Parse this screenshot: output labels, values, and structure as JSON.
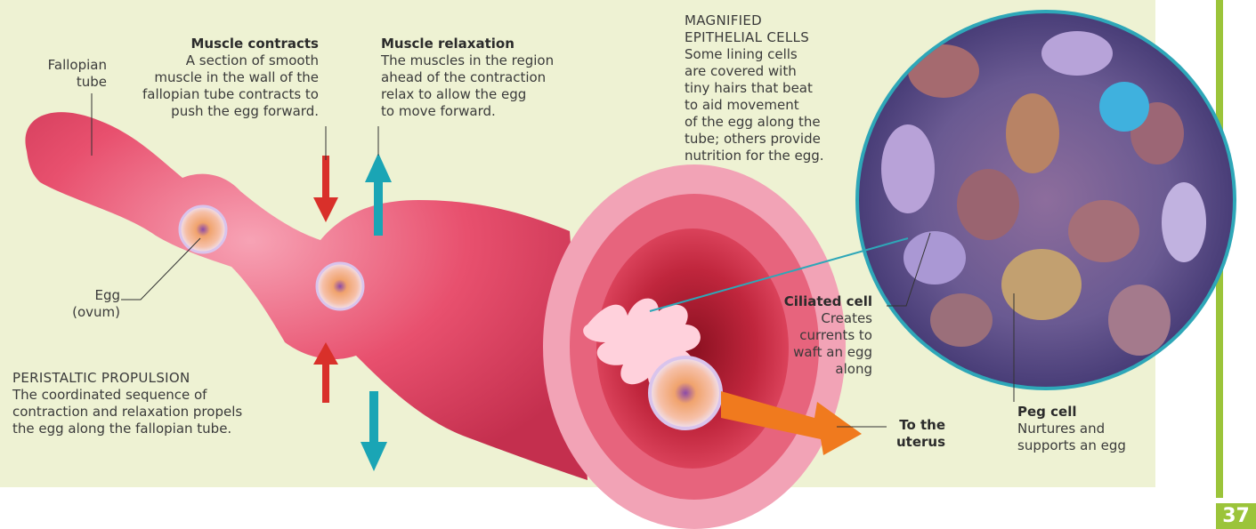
{
  "labels": {
    "fallopian_tube": [
      "Fallopian",
      "tube"
    ],
    "egg": [
      "Egg",
      "(ovum)"
    ],
    "muscle_contracts": {
      "heading": "Muscle contracts",
      "lines": [
        "A section of smooth",
        "muscle in the wall of the",
        "fallopian tube contracts to",
        "push the egg forward."
      ]
    },
    "muscle_relaxation": {
      "heading": "Muscle relaxation",
      "lines": [
        "The muscles in the region",
        "ahead of the contraction",
        "relax to allow the egg",
        "to move forward."
      ]
    },
    "magnified": {
      "heading": [
        "MAGNIFIED",
        "EPITHELIAL CELLS"
      ],
      "lines": [
        "Some lining cells",
        "are covered with",
        "tiny hairs that beat",
        "to aid movement",
        "of the egg along the",
        "tube; others provide",
        "nutrition for the egg."
      ]
    },
    "peristaltic": {
      "heading": "PERISTALTIC PROPULSION",
      "lines": [
        "The coordinated sequence of",
        "contraction and relaxation propels",
        "the egg along the fallopian tube."
      ]
    },
    "ciliated_cell": {
      "heading": "Ciliated cell",
      "lines": [
        "Creates",
        "currents to",
        "waft an egg",
        "along"
      ]
    },
    "to_uterus": [
      "To the",
      "uterus"
    ],
    "peg_cell": {
      "heading": "Peg cell",
      "lines": [
        "Nurtures and",
        "supports an egg"
      ]
    }
  },
  "page_number": "37",
  "colors": {
    "panel": "#eef2d3",
    "tube": "#e8506e",
    "arrow_contract": "#d9302a",
    "arrow_relax": "#1aa5b5",
    "arrow_uterus": "#f07a1e",
    "accent_green": "#9bc43a"
  }
}
